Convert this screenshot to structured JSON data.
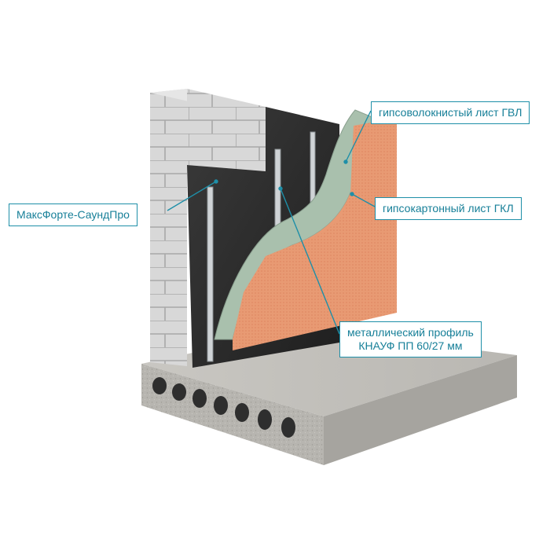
{
  "labels": {
    "gvl": "гипсоволокнистый лист ГВЛ",
    "maksforte": "МаксФорте-СаундПро",
    "gkl": "гипсокартонный лист ГКЛ",
    "profile_line1": "металлический профиль",
    "profile_line2": "КНАУФ ПП 60/27 мм"
  },
  "colors": {
    "callout_border": "#1e8fa8",
    "callout_text": "#167f98",
    "brick": "#d6d6d6",
    "membrane": "#2b2b2b",
    "gvl_board": "#a9c0ad",
    "gkl_board": "#e89a73",
    "floor_slab": "#b5b3ad"
  }
}
